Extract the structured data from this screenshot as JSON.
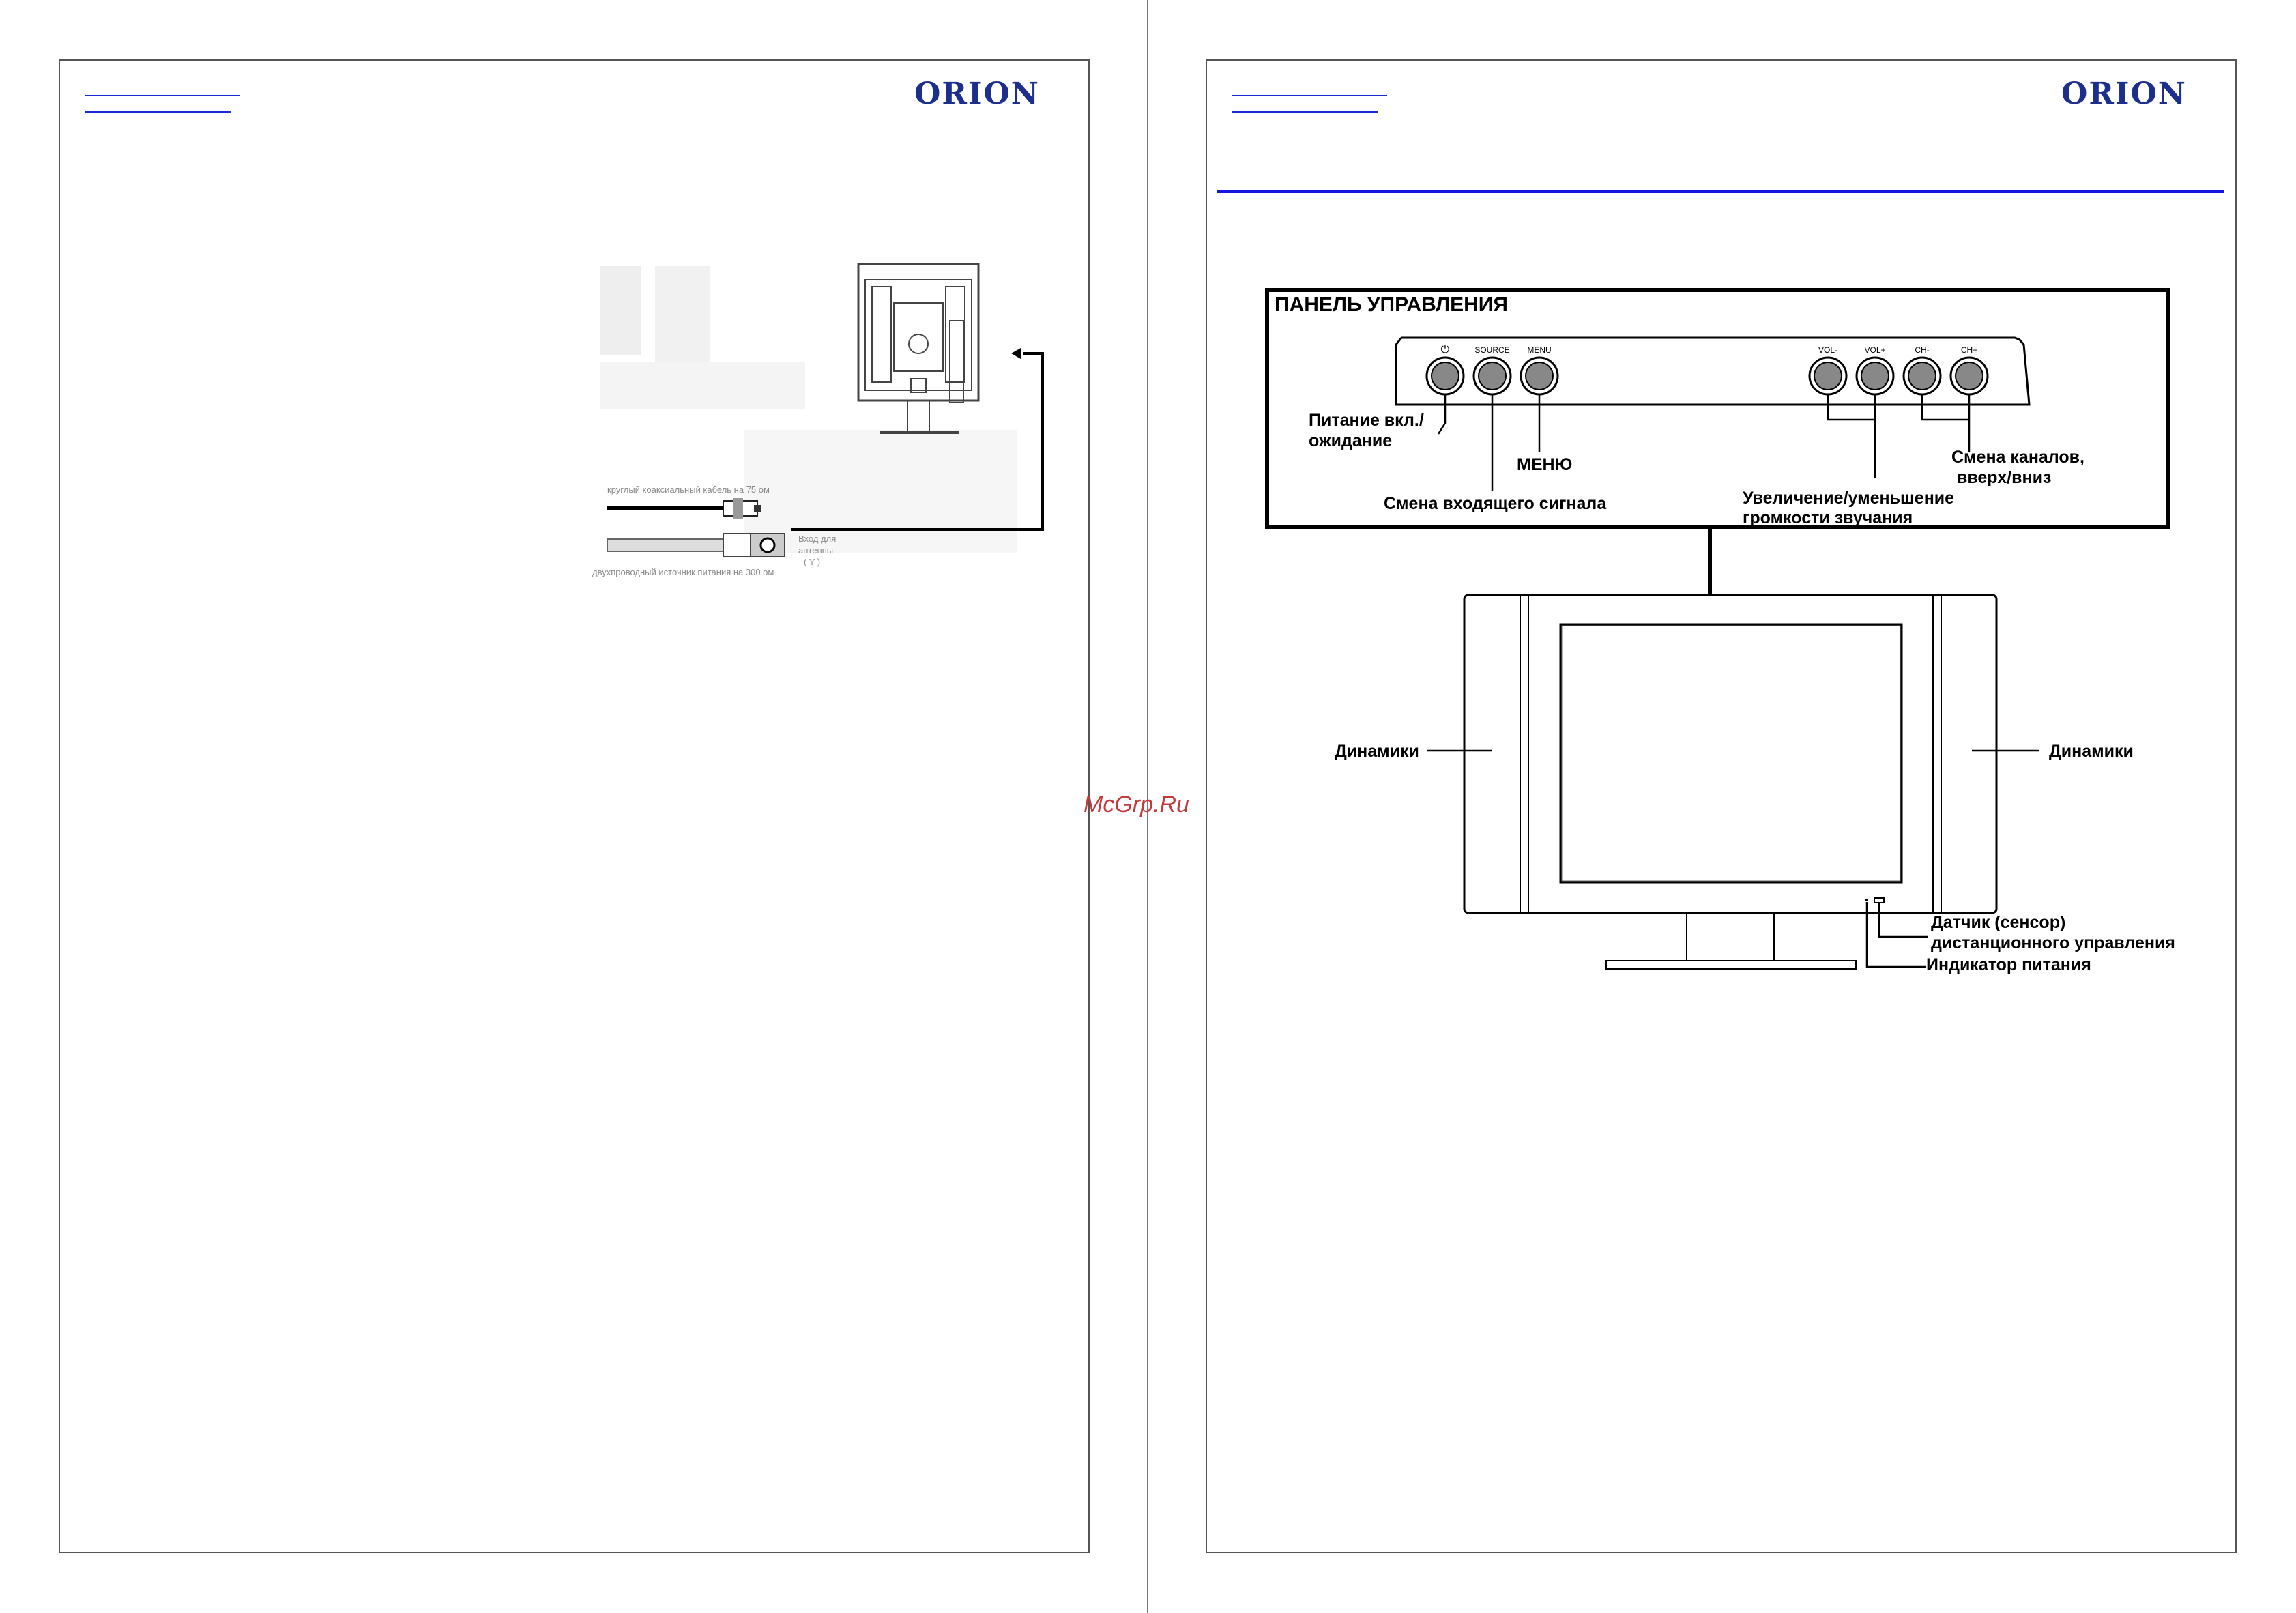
{
  "brand": "ORION",
  "watermark": "McGrp.Ru",
  "left_page": {
    "cable_label": "круглый коаксиальный кабель на 75 ом",
    "power_source_label": "двухпроводный источник питания на 300 ом",
    "antenna_input_label_1": "Вход для",
    "antenna_input_label_2": "антенны",
    "antenna_symbol": "( Y )"
  },
  "right_page": {
    "panel_title": "ПАНЕЛЬ УПРАВЛЕНИЯ",
    "buttons": [
      "⏻",
      "SOURCE",
      "MENU",
      "VOL-",
      "VOL+",
      "CH-",
      "CH+"
    ],
    "labels": {
      "power_1": "Питание вкл./",
      "power_2": "ожидание",
      "menu": "МЕНЮ",
      "source": "Смена входящего сигнала",
      "volume_1": "Увеличение/уменьшение",
      "volume_2": "громкости звучания",
      "channels_1": "Смена каналов,",
      "channels_2": "вверх/вниз",
      "speakers_left": "Динамики",
      "speakers_right": "Динамики",
      "sensor_1": "Датчик (сенсор)",
      "sensor_2": "дистанционного управления",
      "power_indicator": "Индикатор питания"
    }
  }
}
